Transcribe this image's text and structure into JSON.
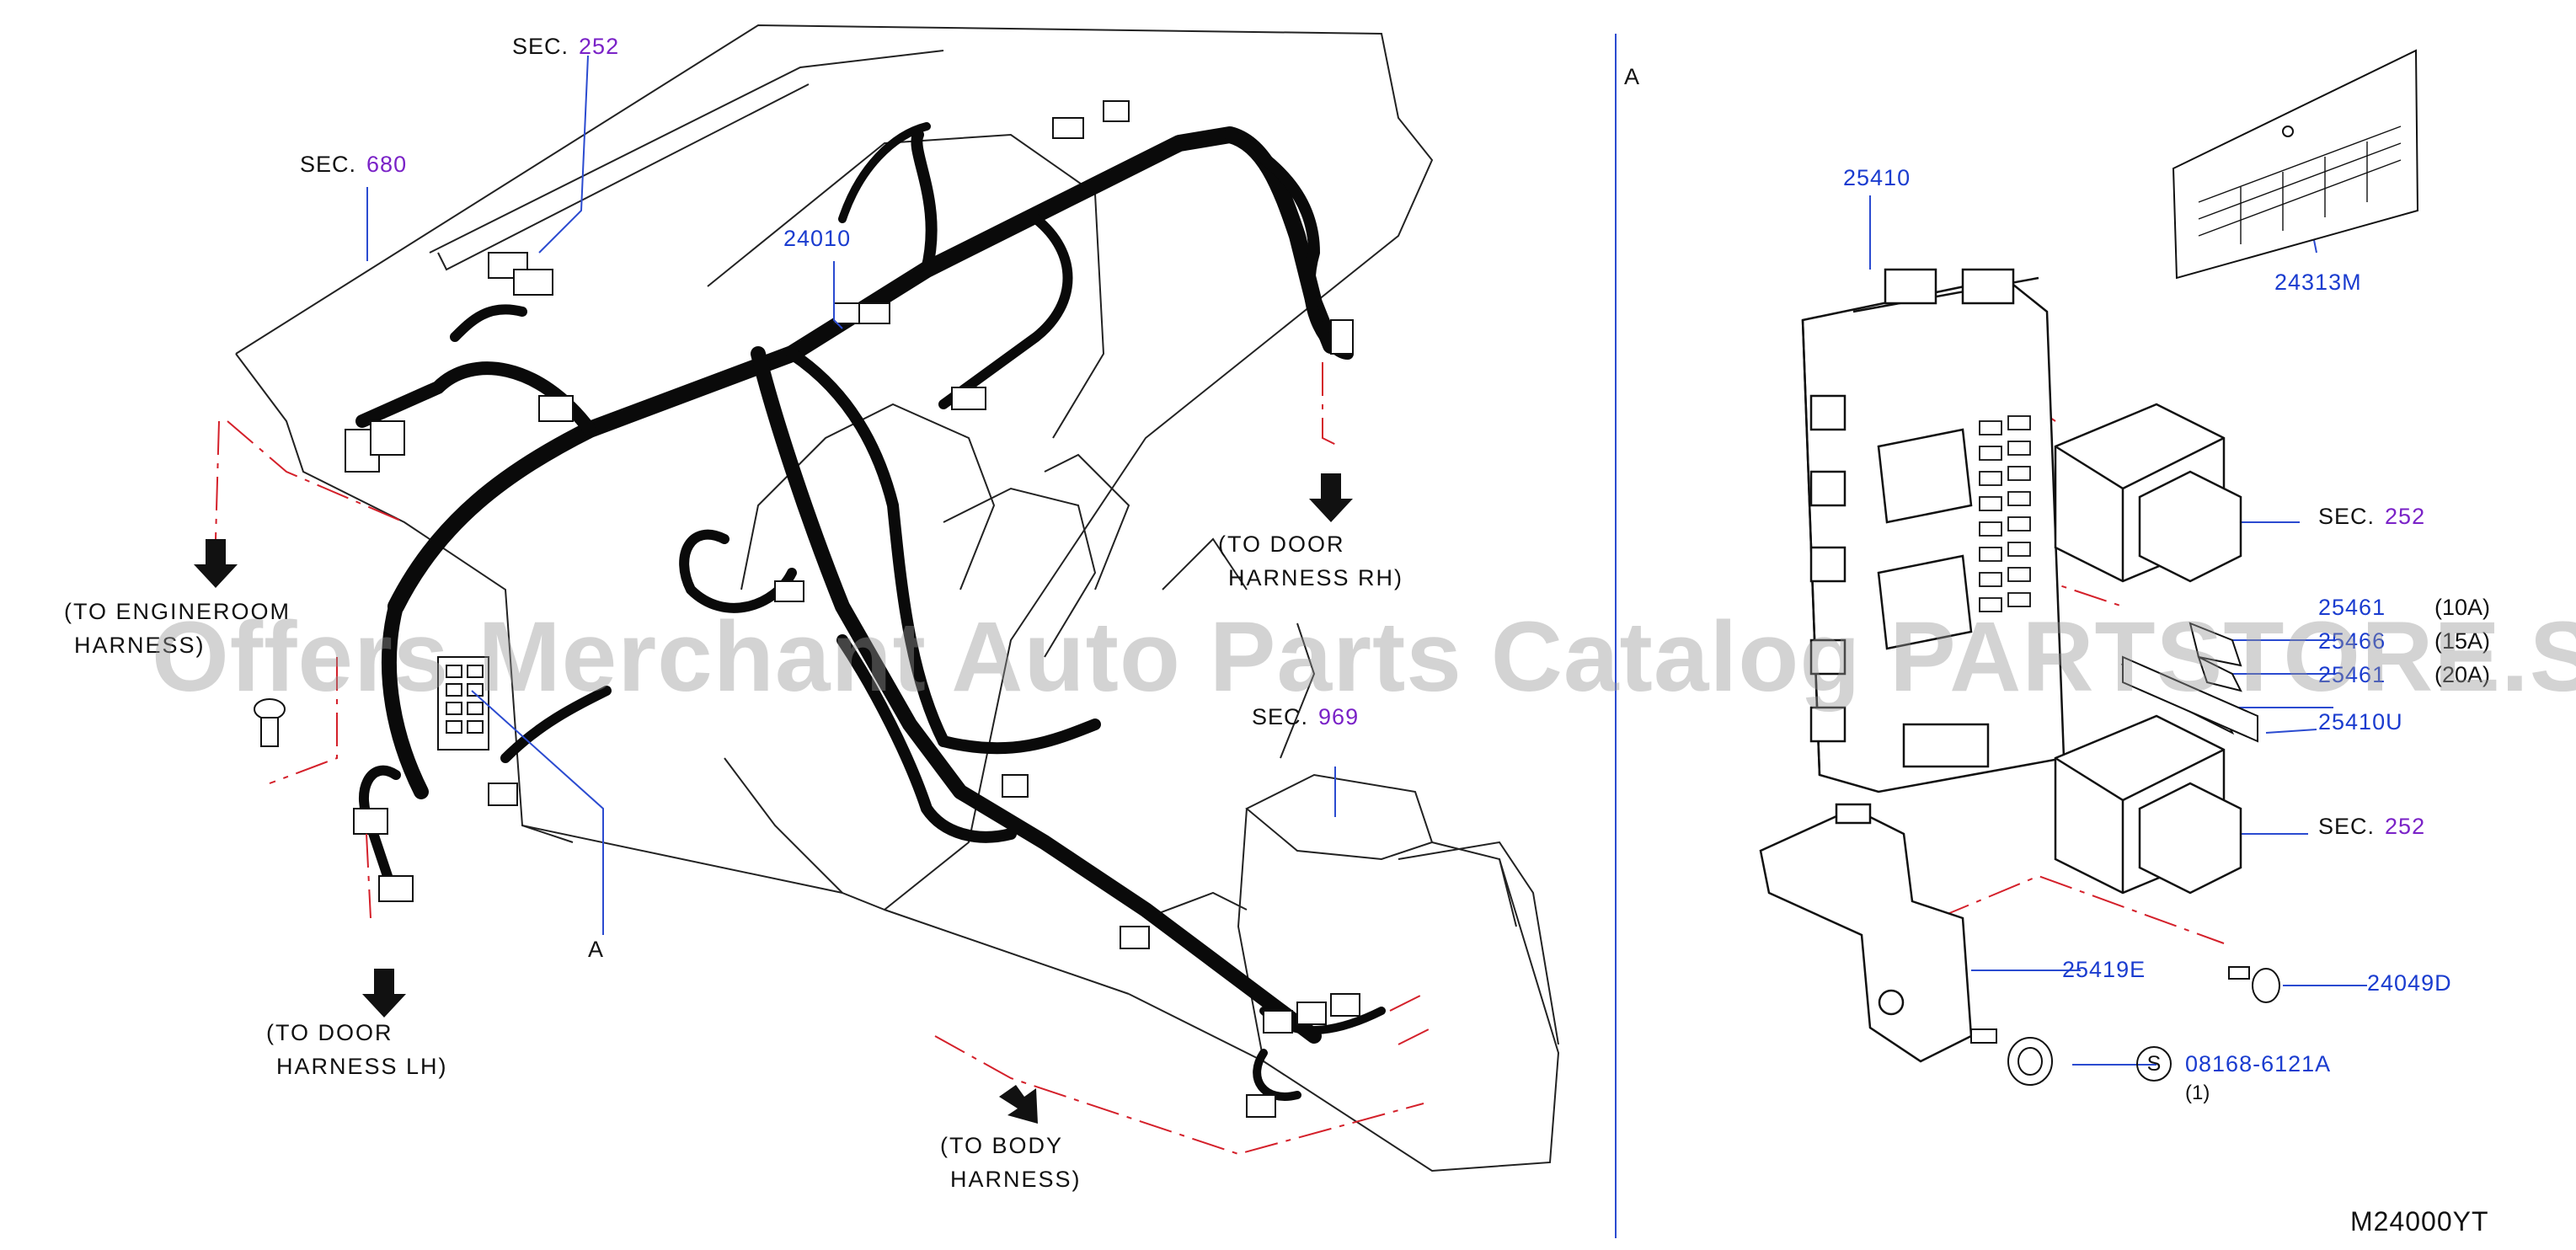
{
  "diagram": {
    "sec_prefix": "SEC.",
    "sections": {
      "sec252_top": "252",
      "sec680": "680",
      "sec969": "969",
      "sec252_relay1": "252",
      "sec252_relay2": "252"
    },
    "parts": {
      "p24010": "24010",
      "p25410": "25410",
      "p24313M": "24313M",
      "p25461": "25461",
      "p25466": "25466",
      "p25461b": "25461",
      "p25410U": "25410U",
      "p25419E": "25419E",
      "p24049D": "24049D",
      "p08168": "08168-6121A"
    },
    "amps": {
      "a10": "(10A)",
      "a15": "(15A)",
      "a20": "(20A)"
    },
    "qty": "(1)",
    "s_mark": "S",
    "view_a_left": "A",
    "view_a_right": "A",
    "harness": {
      "engineroom_l1": "(TO  ENGINEROOM",
      "engineroom_l2": "HARNESS)",
      "door_lh_l1": "(TO  DOOR",
      "door_lh_l2": "HARNESS  LH)",
      "door_rh_l1": "(TO  DOOR",
      "door_rh_l2": "HARNESS  RH)",
      "body_l1": "(TO  BODY",
      "body_l2": "HARNESS)"
    },
    "diagram_code": "M24000YT",
    "watermark": "Offers Merchant Auto Parts Catalog PARTSTORE.SA"
  }
}
